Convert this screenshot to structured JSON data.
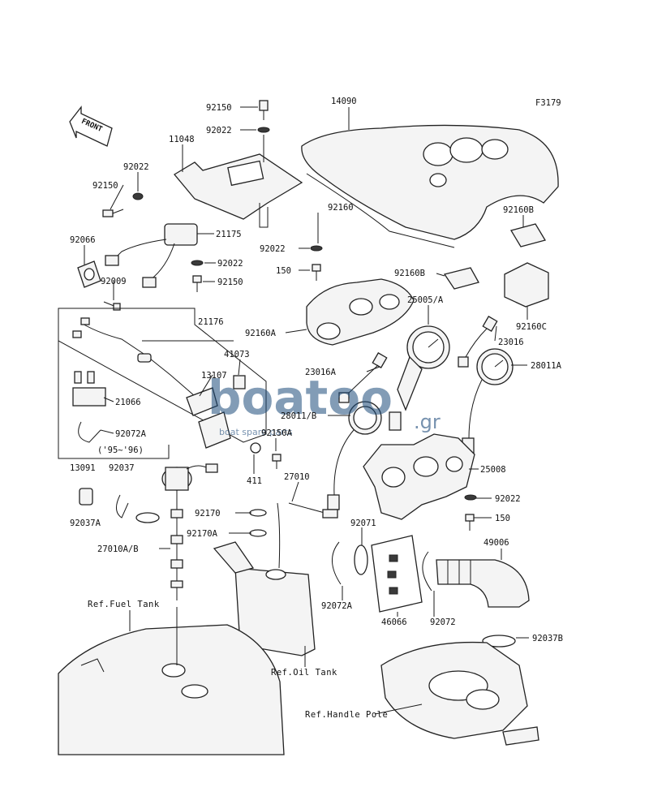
{
  "figure_code": "F3179",
  "front_label": "FRONT",
  "watermark": {
    "main": "boatoo",
    "gr": ".gr",
    "sub": "boat spare parts"
  },
  "labels": {
    "p92150_top": "92150",
    "p92022_top": "92022",
    "p14090": "14090",
    "p11048": "11048",
    "p92022_l": "92022",
    "p92150_l": "92150",
    "p21175": "21175",
    "p92066": "92066",
    "p92022_m": "92022",
    "p92009": "92009",
    "p92150_m": "92150",
    "p92160": "92160",
    "p92022_r": "92022",
    "p150_a": "150",
    "p92160B_a": "92160B",
    "p92160B_b": "92160B",
    "p92160C": "92160C",
    "p92160A": "92160A",
    "p25005": "25005/A",
    "p23016": "23016",
    "p21176": "21176",
    "p41073": "41073",
    "p13107": "13107",
    "p21066": "21066",
    "p92072A_box": "92072A",
    "p95_96": "('95~'96)",
    "p23016A": "23016A",
    "p28011A": "28011A",
    "p28011B": "28011/B",
    "p92150A": "92150A",
    "p411": "411",
    "p13091": "13091",
    "p92037": "92037",
    "p92037A": "92037A",
    "p27010": "27010",
    "p25008": "25008",
    "p92170": "92170",
    "p92170A": "92170A",
    "p27010AB": "27010A/B",
    "p92071": "92071",
    "p92022_g": "92022",
    "p150_b": "150",
    "p49006": "49006",
    "p92072A": "92072A",
    "p46066": "46066",
    "p92072": "92072",
    "p92037B": "92037B"
  },
  "refs": {
    "fuel_tank": "Ref.Fuel Tank",
    "oil_tank": "Ref.Oil Tank",
    "handle_pole": "Ref.Handle Pole"
  }
}
